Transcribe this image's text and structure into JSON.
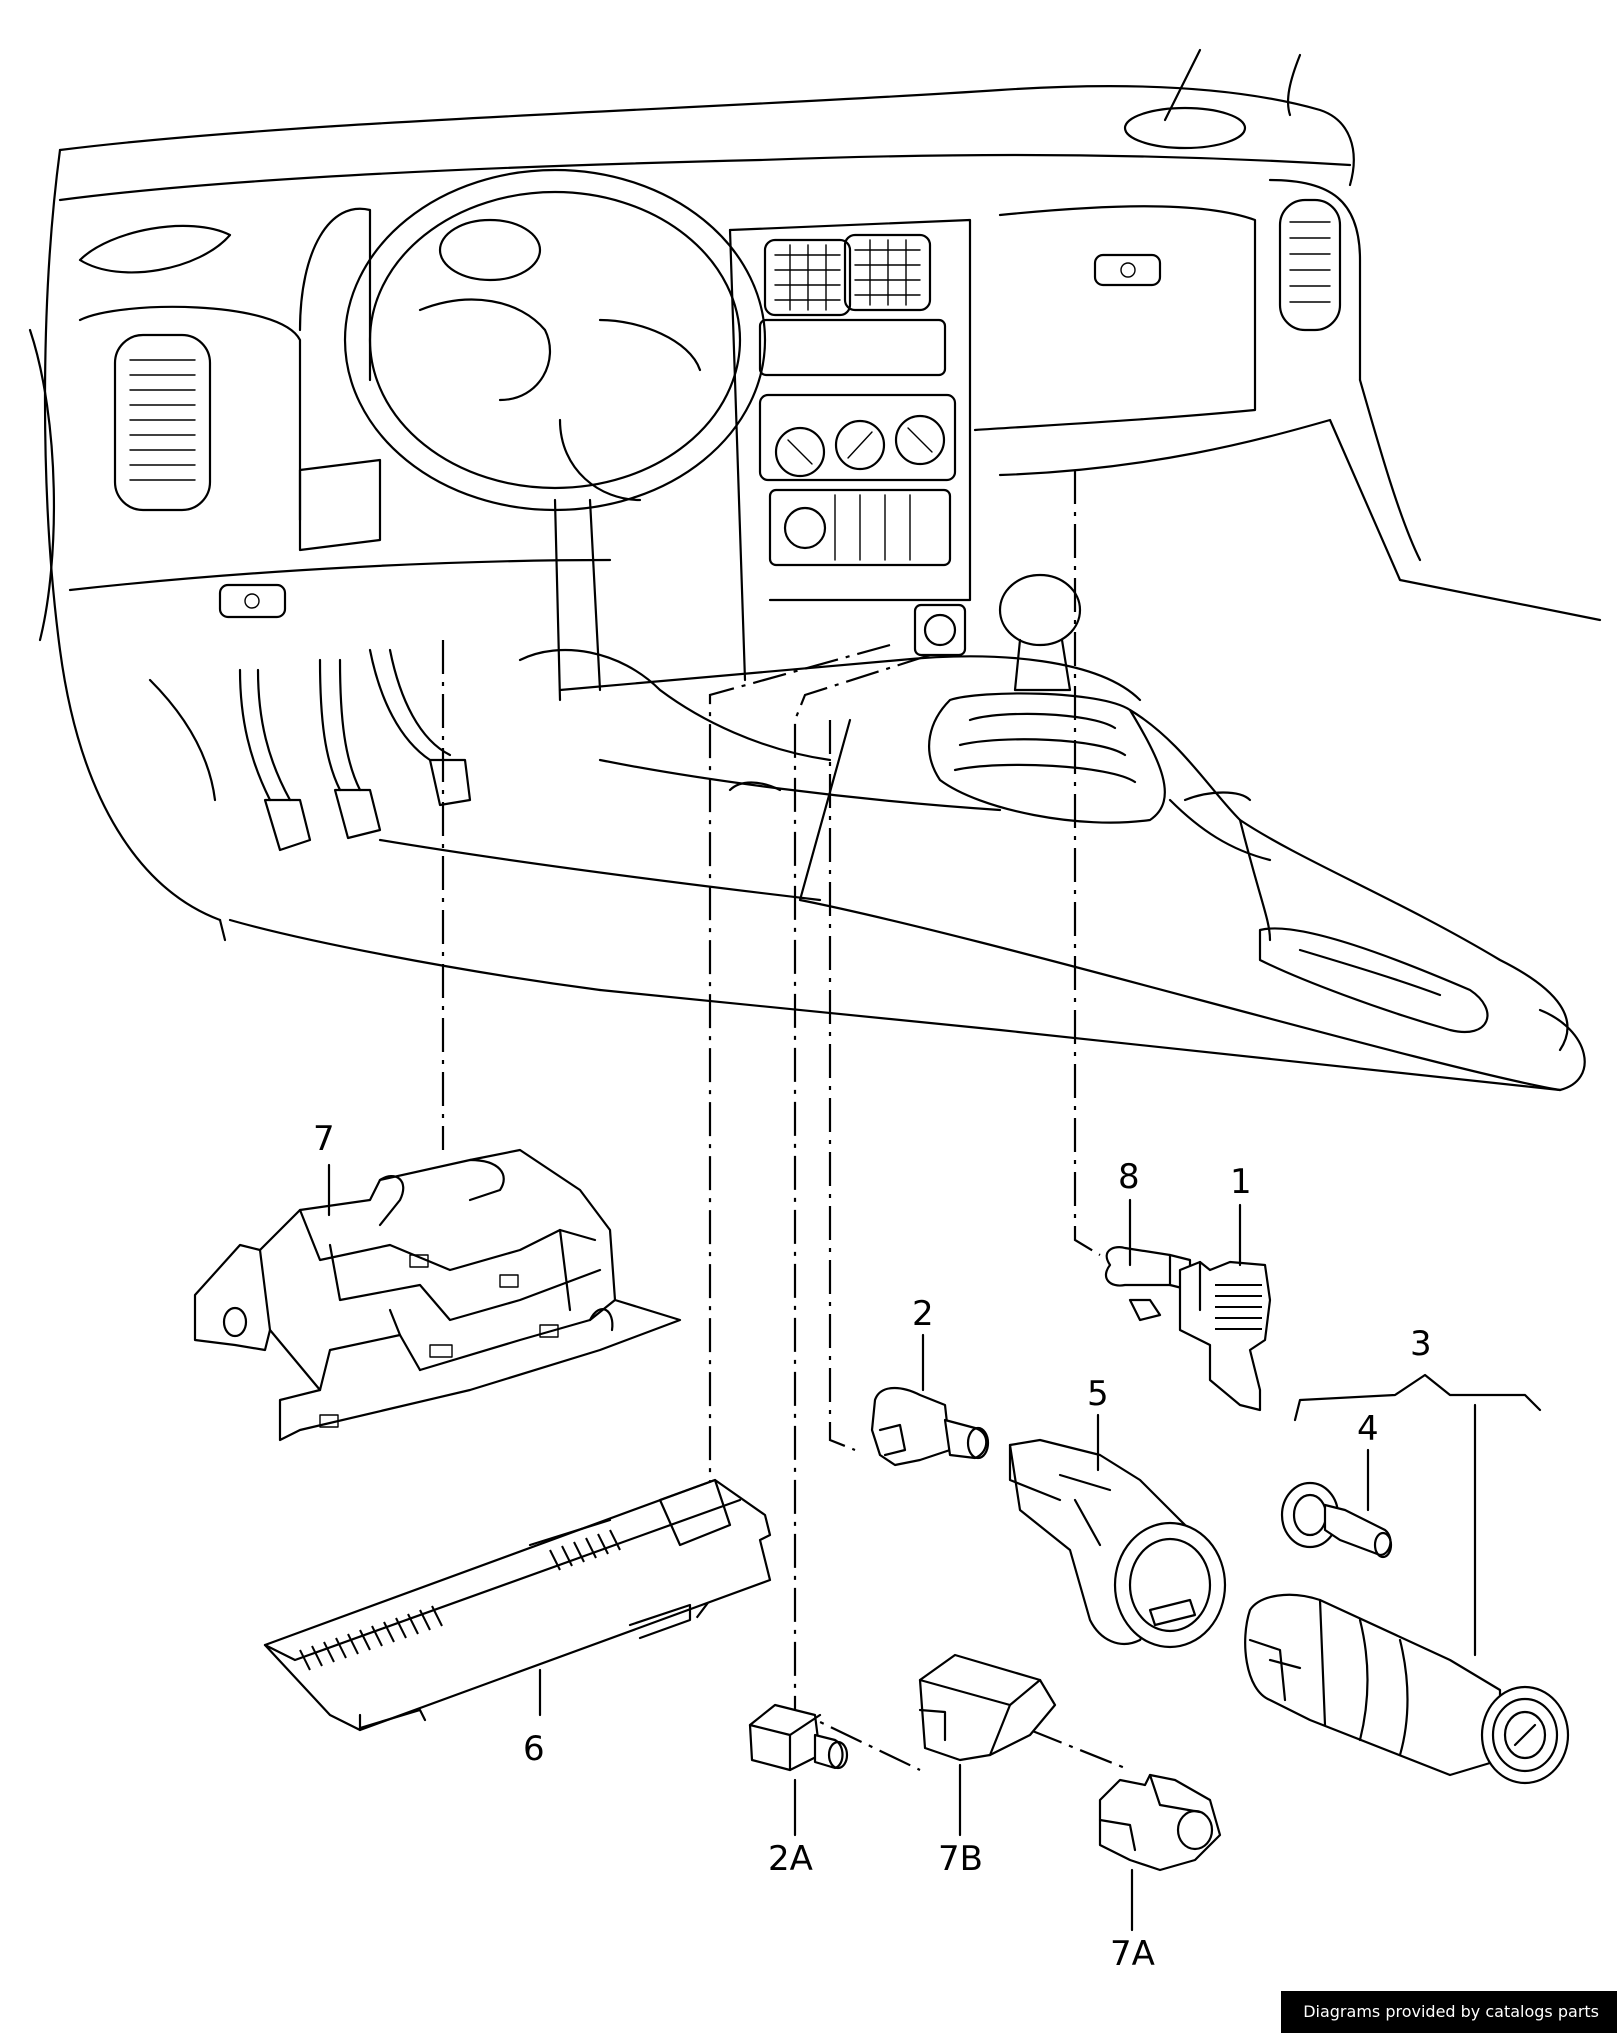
{
  "callouts": {
    "c1": "1",
    "c2": "2",
    "c2a": "2A",
    "c3": "3",
    "c4": "4",
    "c5": "5",
    "c6": "6",
    "c7": "7",
    "c7a": "7A",
    "c7b": "7B",
    "c8": "8"
  },
  "credit": "Diagrams provided by catalogs parts",
  "colors": {
    "line": "#000000",
    "background": "#ffffff",
    "credit_bg": "#000000",
    "credit_text": "#ffffff"
  }
}
